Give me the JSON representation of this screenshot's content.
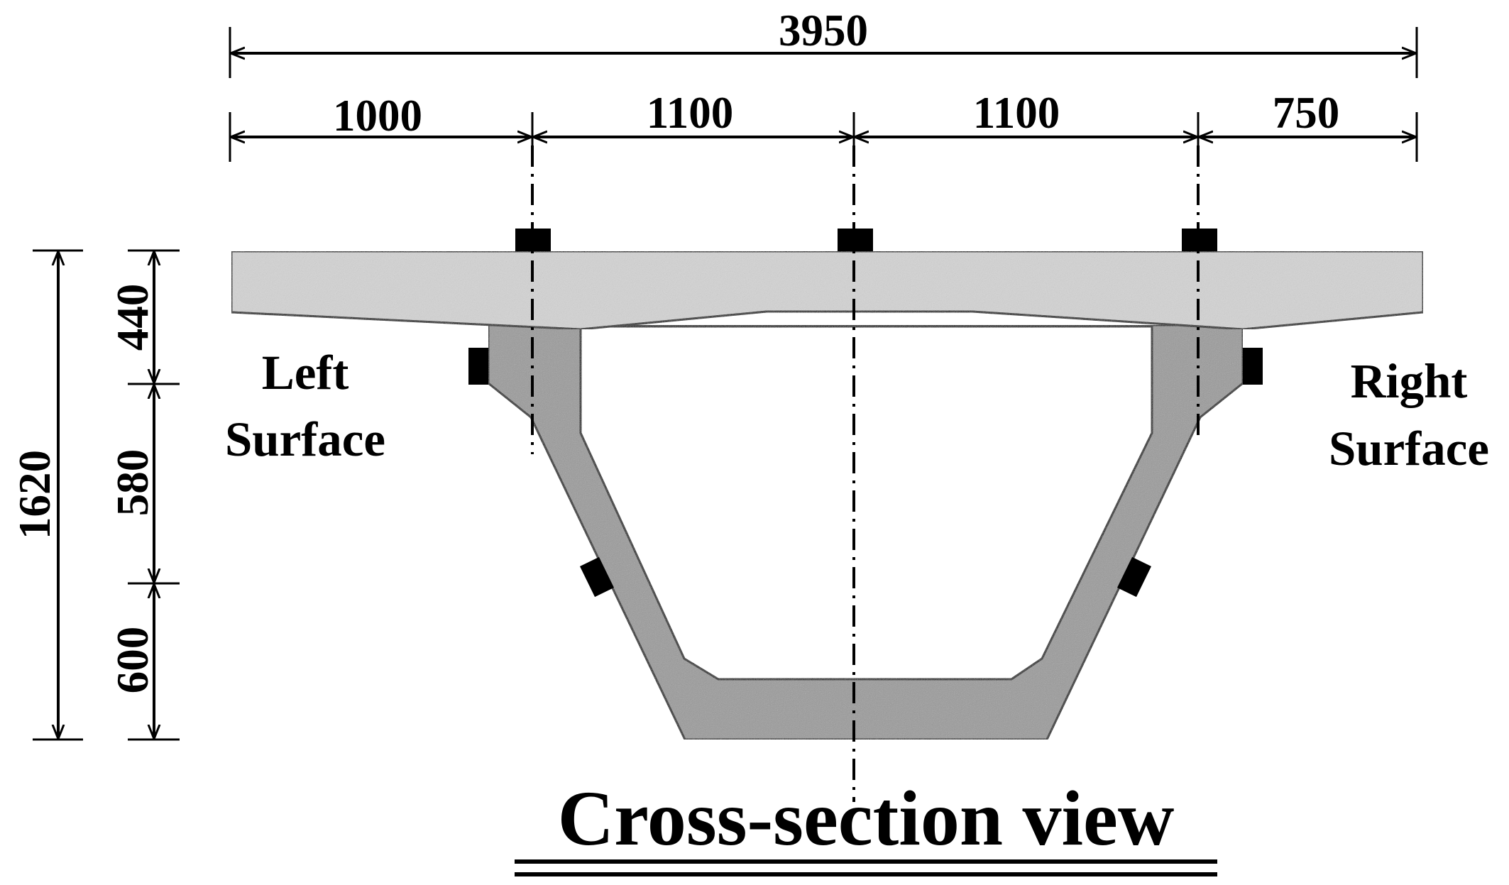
{
  "dimensions": {
    "overall_width": "3950",
    "segments": [
      "1000",
      "1100",
      "1100",
      "750"
    ],
    "overall_height": "1620",
    "height_segments": [
      "440",
      "580",
      "600"
    ]
  },
  "labels": {
    "left_surface_line1": "Left",
    "left_surface_line2": "Surface",
    "right_surface_line1": "Right",
    "right_surface_line2": "Surface"
  },
  "title": "Cross-section view",
  "colors": {
    "deck": "#d4d4d4",
    "box_girder": "#9a9a9a",
    "sensor": "#000000",
    "line": "#000000"
  }
}
